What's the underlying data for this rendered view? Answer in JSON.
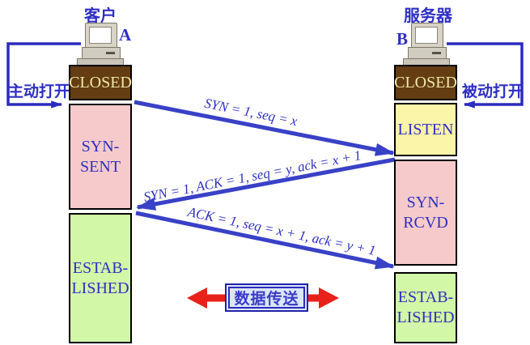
{
  "client": {
    "title": "客户",
    "node_label": "A",
    "action_label": "主动打开",
    "states": [
      {
        "line1": "CLOSED"
      },
      {
        "line1": "SYN-",
        "line2": "SENT"
      },
      {
        "line1": "ESTAB-",
        "line2": "LISHED"
      }
    ]
  },
  "server": {
    "title": "服务器",
    "node_label": "B",
    "action_label": "被动打开",
    "states": [
      {
        "line1": "CLOSED"
      },
      {
        "line1": "LISTEN"
      },
      {
        "line1": "SYN-",
        "line2": "RCVD"
      },
      {
        "line1": "ESTAB-",
        "line2": "LISHED"
      }
    ]
  },
  "messages": [
    {
      "label": "SYN = 1, seq = x"
    },
    {
      "label": "SYN = 1, ACK = 1, seq = y, ack = x + 1"
    },
    {
      "label": "ACK = 1, seq = x + 1, ack = y + 1"
    }
  ],
  "data_transfer": {
    "label": "数据传送"
  },
  "colors": {
    "closed_bg": "#643d12",
    "closed_text": "#f0e8a8",
    "syn_state_bg": "#f6caca",
    "listen_bg": "#faf5a8",
    "established_bg": "#d2f7a6",
    "blue_text": "#2f2fc4",
    "arrow_blue": "#3841c6",
    "red_arrow": "#e8221a",
    "transfer_bg": "#dbe6f7",
    "transfer_border": "#2222ac"
  }
}
